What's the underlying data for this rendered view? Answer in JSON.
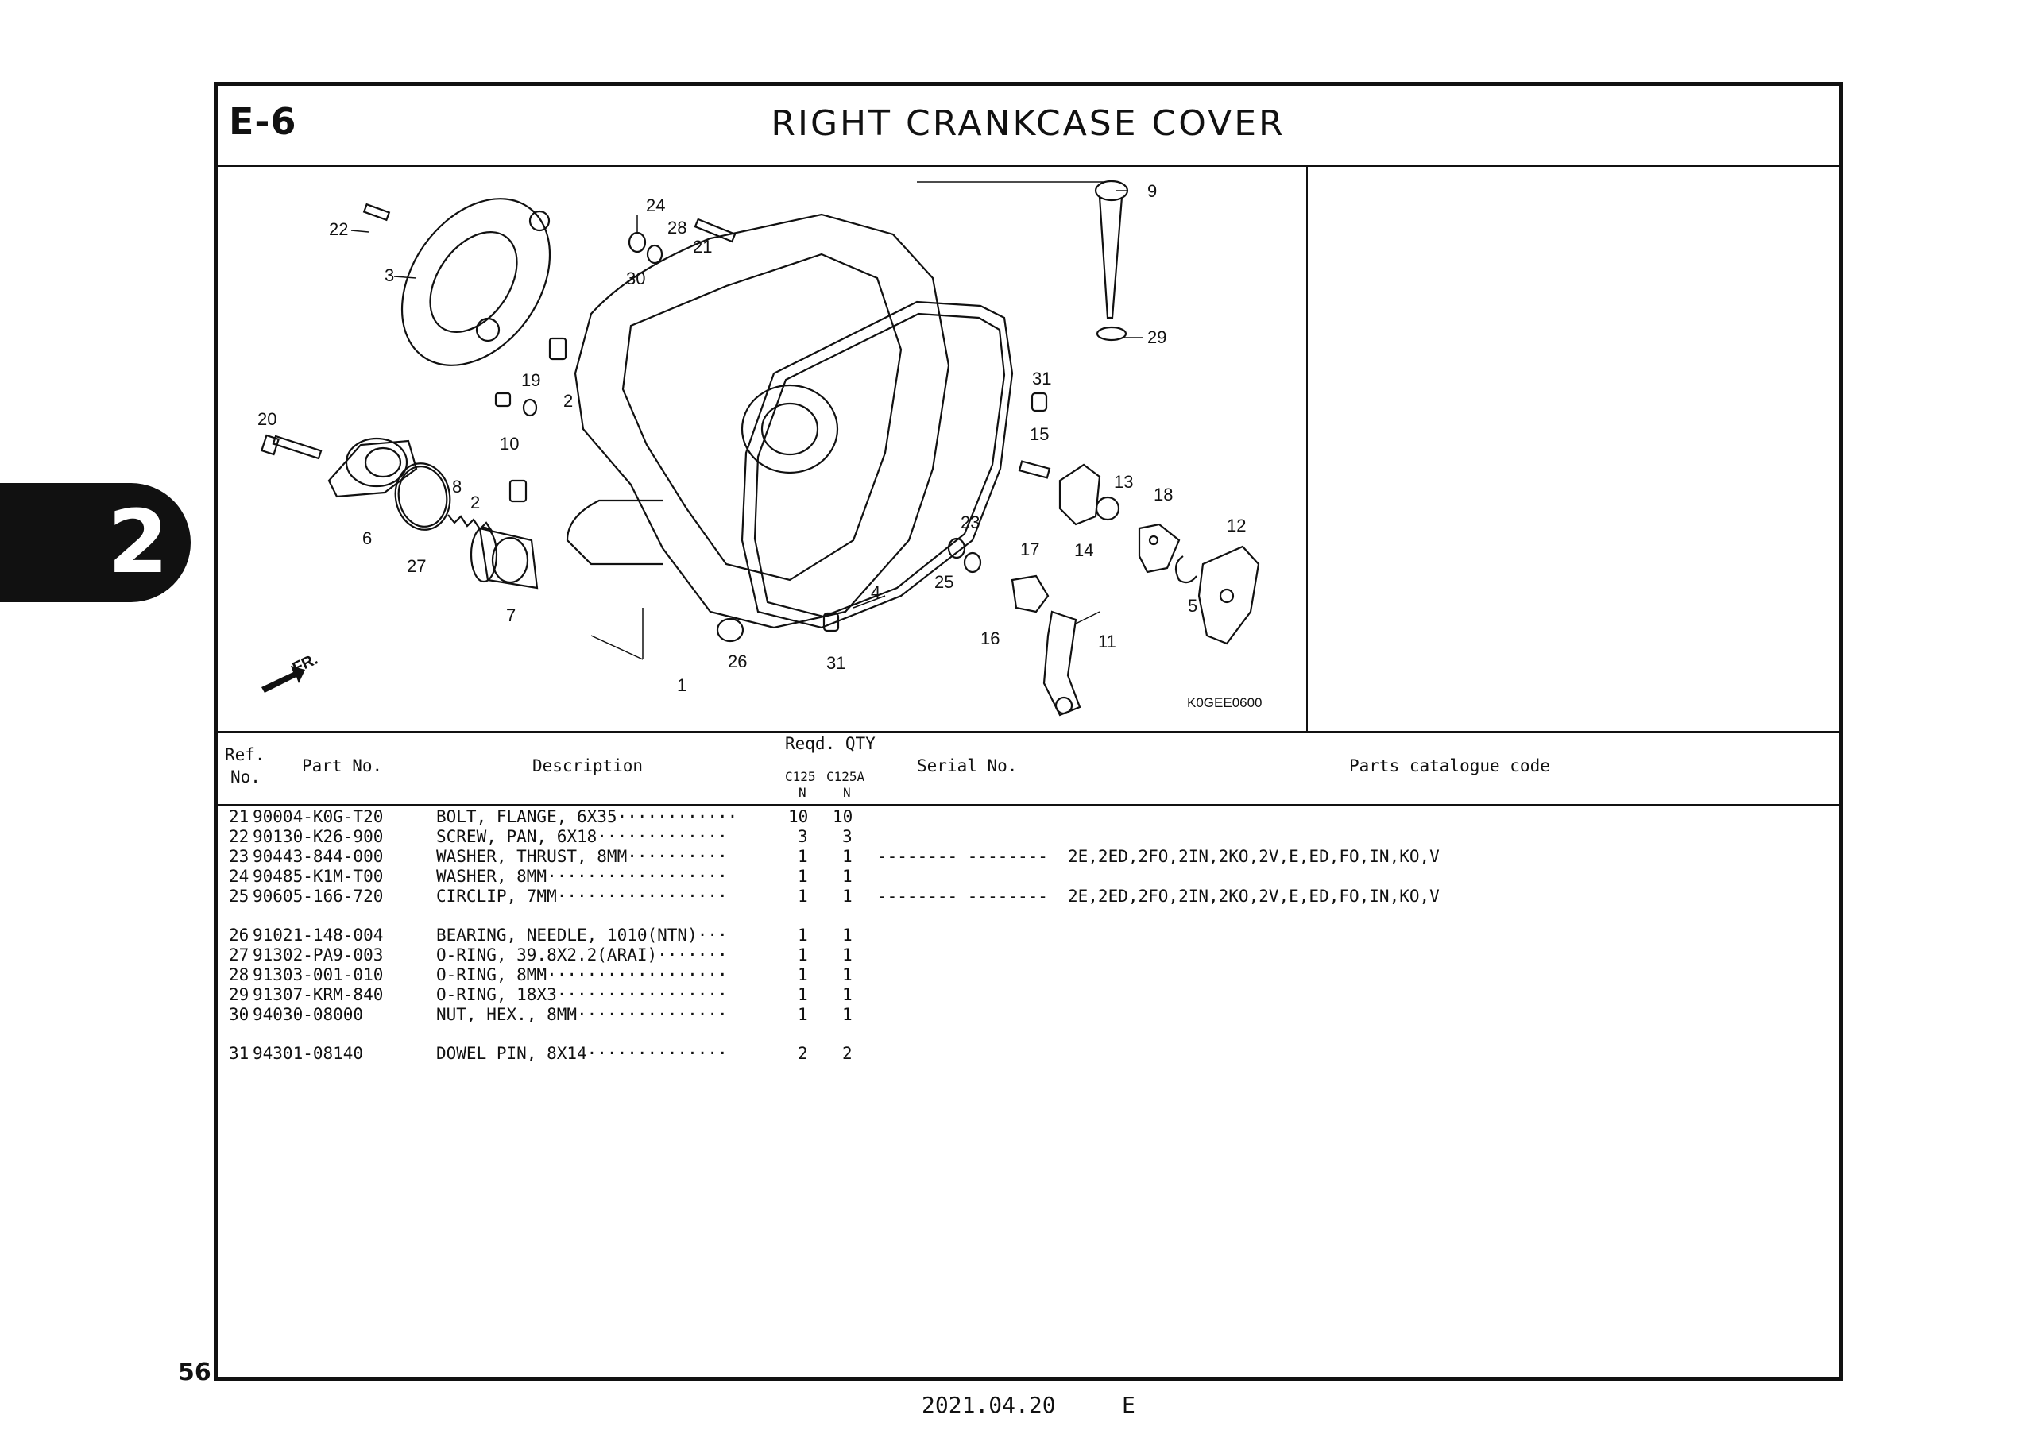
{
  "header": {
    "section_code": "E-6",
    "title": "RIGHT CRANKCASE COVER"
  },
  "side_tab": {
    "number": "2"
  },
  "diagram": {
    "figure_code": "K0GEE0600",
    "front_marker": "FR.",
    "callouts": [
      "22",
      "3",
      "24",
      "28",
      "21",
      "30",
      "9",
      "29",
      "19",
      "2",
      "10",
      "31",
      "15",
      "20",
      "8",
      "2",
      "13",
      "18",
      "12",
      "6",
      "27",
      "23",
      "17",
      "25",
      "4",
      "14",
      "5",
      "7",
      "16",
      "11",
      "26",
      "31",
      "1"
    ]
  },
  "table": {
    "headers": {
      "ref_no_line1": "Ref.",
      "ref_no_line2": "No.",
      "part_no": "Part No.",
      "description": "Description",
      "reqd_qty": "Reqd. QTY",
      "model_1_line1": "C125",
      "model_1_line2": "N",
      "model_2_line1": "C125A",
      "model_2_line2": "N",
      "serial_no": "Serial No.",
      "catalogue_code": "Parts catalogue code"
    },
    "rows": [
      {
        "ref": "21",
        "part_no": "90004-K0G-T20",
        "description": "BOLT, FLANGE, 6X35············",
        "q1": "10",
        "q2": "10",
        "serial": "",
        "codes": ""
      },
      {
        "ref": "22",
        "part_no": "90130-K26-900",
        "description": "SCREW, PAN, 6X18·············",
        "q1": "3",
        "q2": "3",
        "serial": "",
        "codes": ""
      },
      {
        "ref": "23",
        "part_no": "90443-844-000",
        "description": "WASHER, THRUST, 8MM··········",
        "q1": "1",
        "q2": "1",
        "serial": "-------- --------",
        "codes": "2E,2ED,2FO,2IN,2KO,2V,E,ED,FO,IN,KO,V"
      },
      {
        "ref": "24",
        "part_no": "90485-K1M-T00",
        "description": "WASHER, 8MM··················",
        "q1": "1",
        "q2": "1",
        "serial": "",
        "codes": ""
      },
      {
        "ref": "25",
        "part_no": "90605-166-720",
        "description": "CIRCLIP, 7MM·················",
        "q1": "1",
        "q2": "1",
        "serial": "-------- --------",
        "codes": "2E,2ED,2FO,2IN,2KO,2V,E,ED,FO,IN,KO,V"
      },
      {
        "ref": "26",
        "part_no": "91021-148-004",
        "description": "BEARING, NEEDLE, 1010(NTN)···",
        "q1": "1",
        "q2": "1",
        "serial": "",
        "codes": ""
      },
      {
        "ref": "27",
        "part_no": "91302-PA9-003",
        "description": "O-RING, 39.8X2.2(ARAI)·······",
        "q1": "1",
        "q2": "1",
        "serial": "",
        "codes": ""
      },
      {
        "ref": "28",
        "part_no": "91303-001-010",
        "description": "O-RING, 8MM··················",
        "q1": "1",
        "q2": "1",
        "serial": "",
        "codes": ""
      },
      {
        "ref": "29",
        "part_no": "91307-KRM-840",
        "description": "O-RING, 18X3·················",
        "q1": "1",
        "q2": "1",
        "serial": "",
        "codes": ""
      },
      {
        "ref": "30",
        "part_no": "94030-08000",
        "description": "NUT, HEX., 8MM···············",
        "q1": "1",
        "q2": "1",
        "serial": "",
        "codes": ""
      },
      {
        "ref": "31",
        "part_no": "94301-08140",
        "description": "DOWEL PIN, 8X14··············",
        "q1": "2",
        "q2": "2",
        "serial": "",
        "codes": ""
      }
    ]
  },
  "footer": {
    "page_number": "56",
    "date": "2021.04.20",
    "edition": "E"
  }
}
